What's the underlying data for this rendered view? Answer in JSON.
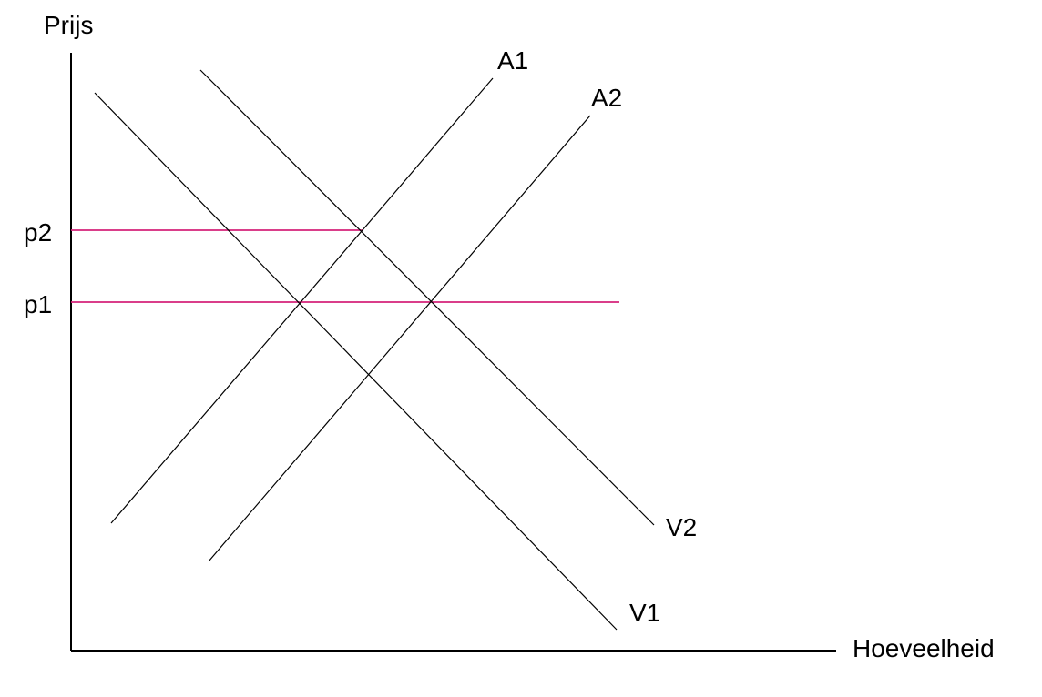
{
  "axes": {
    "y_label": "Prijs",
    "x_label": "Hoeveelheid"
  },
  "curves": {
    "A1": "A1",
    "A2": "A2",
    "V1": "V1",
    "V2": "V2"
  },
  "price_levels": {
    "p1": "p1",
    "p2": "p2"
  },
  "colors": {
    "axis": "#000000",
    "curve": "#000000",
    "price_line": "#d4237a"
  }
}
